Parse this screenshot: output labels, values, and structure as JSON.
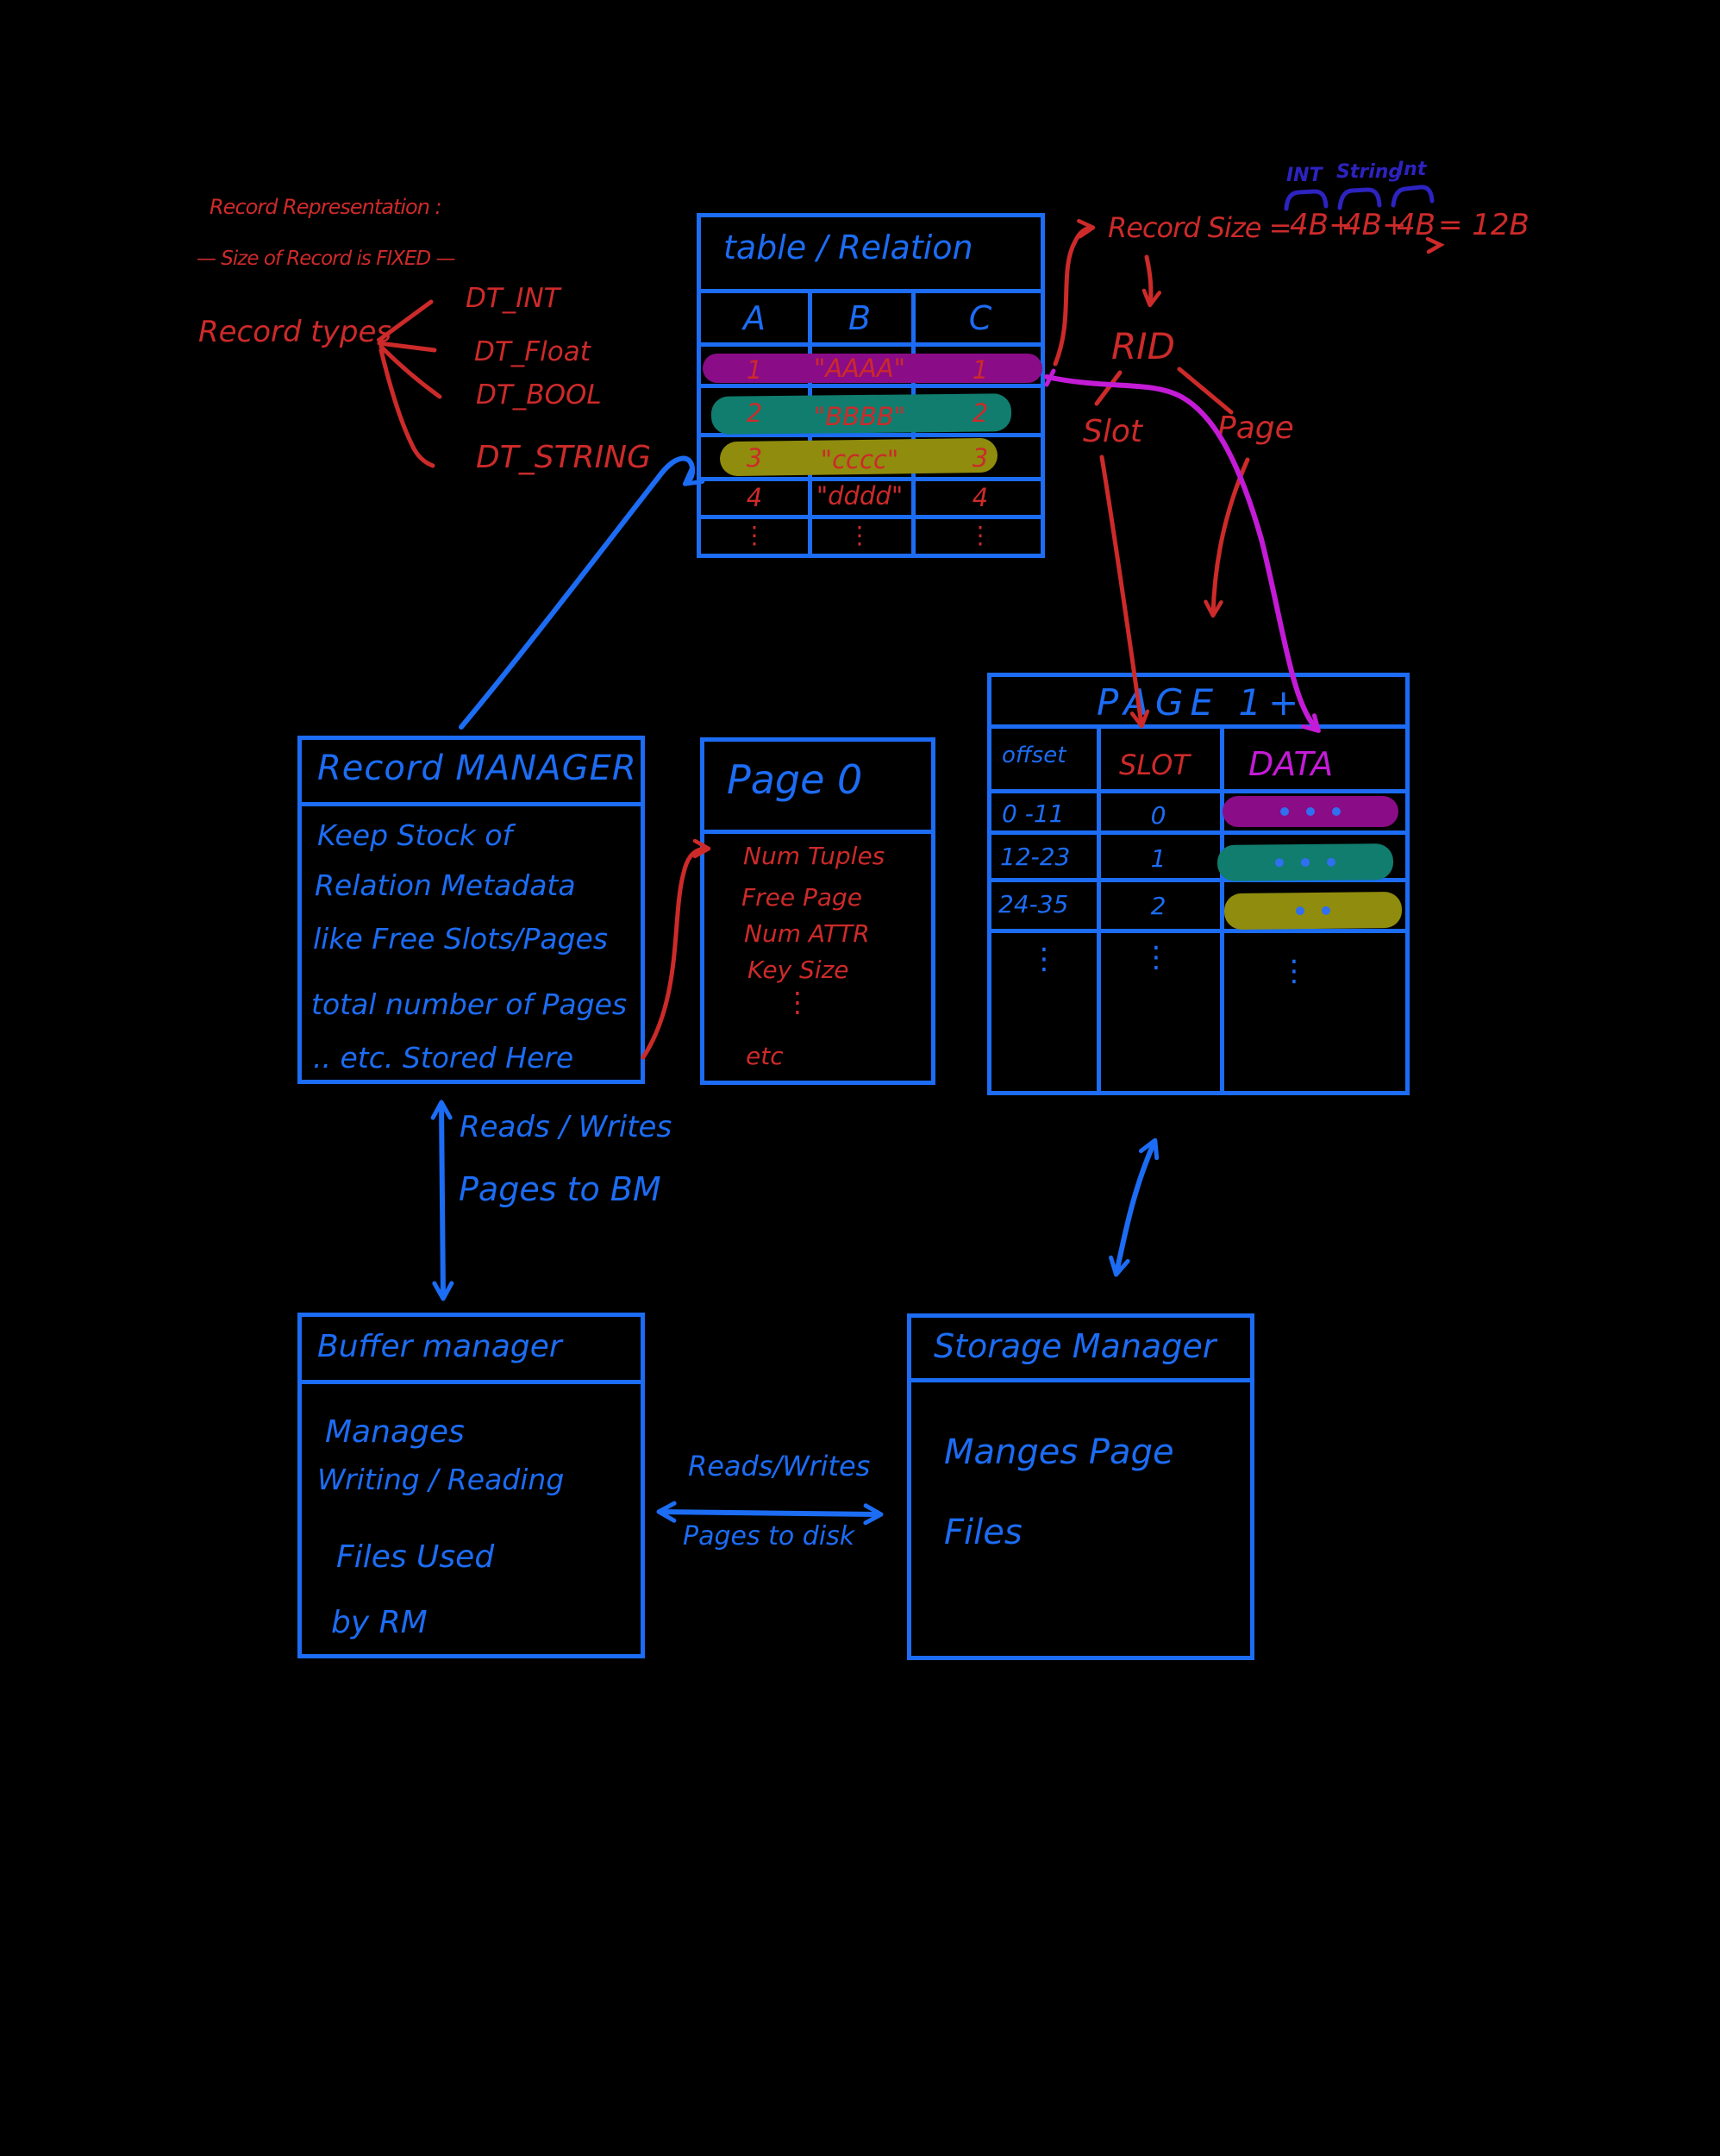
{
  "notes": {
    "record_representation": "Record Representation :",
    "size_fixed": "— Size of Record is FIXED —",
    "record_types": "Record types",
    "dt_types": [
      "DT_INT",
      "DT_Float",
      "DT_BOOL",
      "DT_STRING"
    ]
  },
  "record_size": {
    "prefix": "Record Size =",
    "term1": "4B",
    "plus1": "+",
    "term2": "4B",
    "plus2": "+",
    "term3": "4B",
    "result": "= 12B",
    "brace_labels": [
      "INT",
      "String",
      "Int"
    ]
  },
  "rid": {
    "label": "RID",
    "slot": "Slot",
    "page": "Page"
  },
  "relation_table": {
    "title": "table / Relation",
    "headers": [
      "A",
      "B",
      "C"
    ],
    "rows": [
      [
        "1",
        "\"AAAA\"",
        "1"
      ],
      [
        "2",
        "\"BBBB\"",
        "2"
      ],
      [
        "3",
        "\"cccc\"",
        "3"
      ],
      [
        "4",
        "\"dddd\"",
        "4"
      ]
    ],
    "ellipsis": "⋮"
  },
  "page_table": {
    "title": "PAGE 1+",
    "col_offset": "offset",
    "col_slot": "SLOT",
    "col_data": "DATA",
    "rows": [
      {
        "offset": "0 -11",
        "slot": "0"
      },
      {
        "offset": "12-23",
        "slot": "1"
      },
      {
        "offset": "24-35",
        "slot": "2"
      }
    ],
    "ellipsis": "⋮"
  },
  "record_manager": {
    "title": "Record MANAGER",
    "lines": [
      "Keep Stock of",
      "Relation Metadata",
      "like Free Slots/Pages",
      "total number of Pages",
      ".. etc. Stored Here"
    ]
  },
  "page_zero": {
    "title": "Page 0",
    "items": [
      "Num Tuples",
      "Free Page",
      "Num ATTR",
      "Key Size"
    ],
    "ellipsis": "⋮",
    "etc": "etc"
  },
  "rm_bm_link": {
    "line1": "Reads / Writes",
    "line2": "Pages to BM"
  },
  "buffer_manager": {
    "title": "Buffer manager",
    "lines": [
      "Manages",
      "Writing / Reading",
      "Files Used",
      "by RM"
    ]
  },
  "storage_manager": {
    "title": "Storage Manager",
    "lines": [
      "Manges Page",
      "Files"
    ]
  },
  "bm_sm_link": {
    "line1": "Reads/Writes",
    "line2": "Pages to disk"
  },
  "colors": {
    "blue": "#1c6cf4",
    "red": "#cd2a2a",
    "navy": "#2d23c0",
    "magenta": "#c31bd6",
    "row_purple": "#8a0c86",
    "row_teal": "#107d6e",
    "row_olive": "#8f8c0e"
  }
}
